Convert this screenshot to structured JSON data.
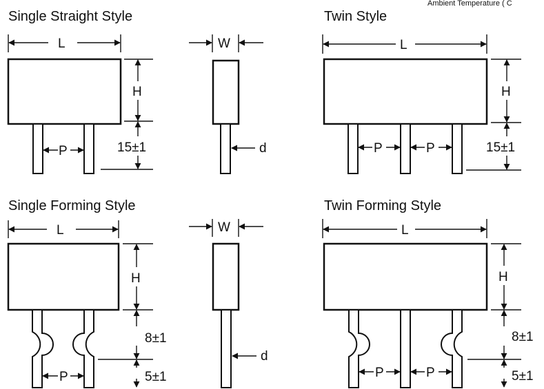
{
  "header": {
    "clipped_text": "Ambient Temperature ( C"
  },
  "panels": {
    "single_straight": {
      "title": "Single Straight Style",
      "length": "L",
      "height": "H",
      "pitch": "P",
      "lead_length": "15±1"
    },
    "side_view_top": {
      "width": "W",
      "lead_dia": "d"
    },
    "twin_straight": {
      "title": "Twin Style",
      "length": "L",
      "height": "H",
      "pitch_left": "P",
      "pitch_right": "P",
      "lead_length": "15±1"
    },
    "single_forming": {
      "title": "Single Forming Style",
      "length": "L",
      "height": "H",
      "pitch": "P",
      "upper_lead": "8±1",
      "lower_lead": "5±1"
    },
    "side_view_bottom": {
      "width": "W",
      "lead_dia": "d"
    },
    "twin_forming": {
      "title": "Twin Forming Style",
      "length": "L",
      "height": "H",
      "pitch_left": "P",
      "pitch_right": "P",
      "upper_lead": "8±1",
      "lower_lead": "5±1"
    }
  }
}
